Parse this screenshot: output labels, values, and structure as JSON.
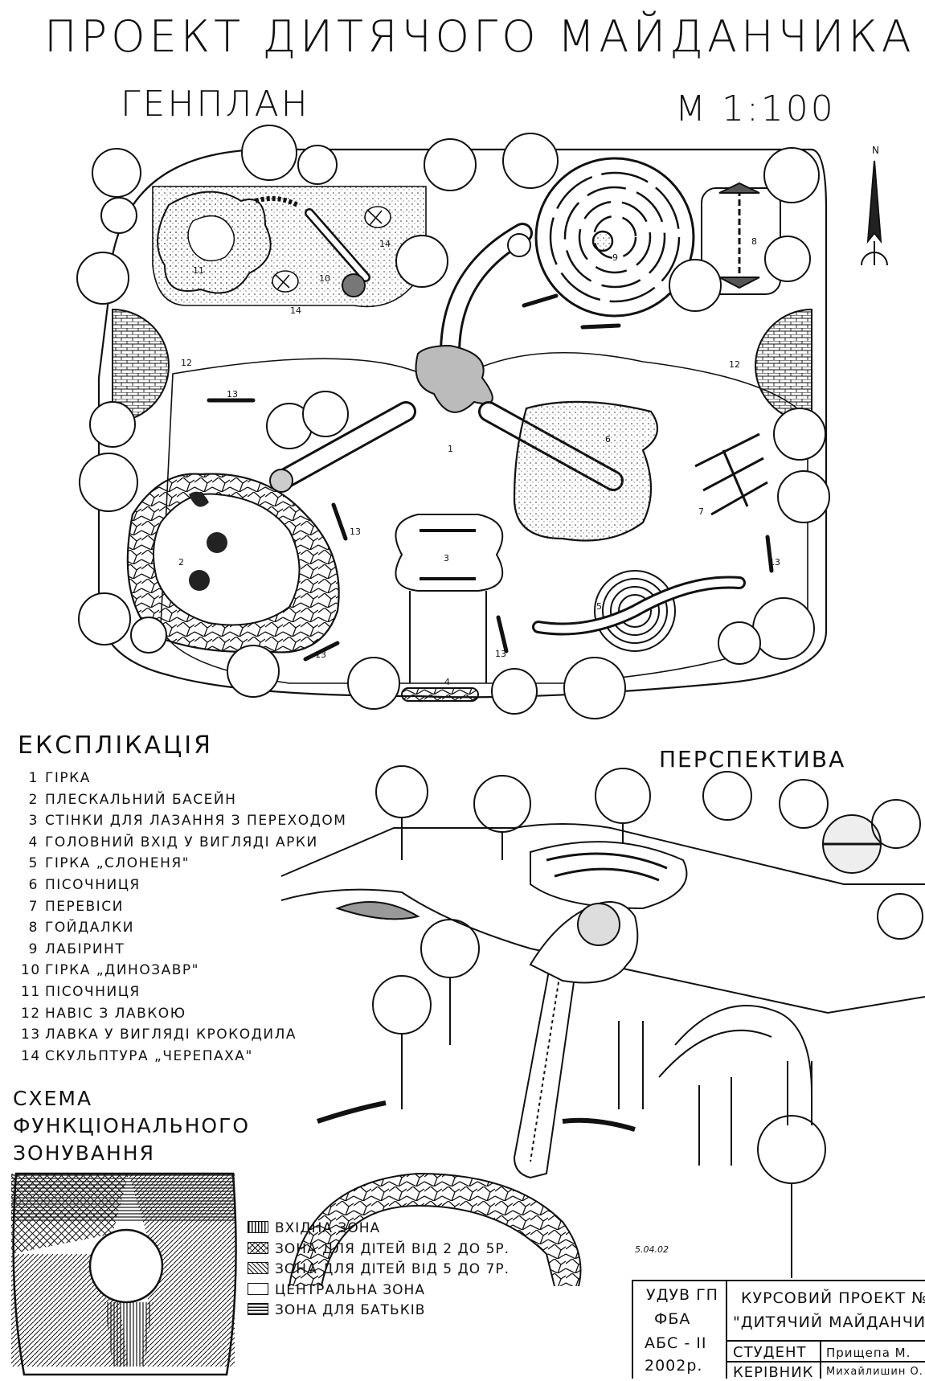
{
  "title": "ПРОЕКТ ДИТЯЧОГО МАЙДАНЧИКА",
  "plan": {
    "label": "ГЕНПЛАН",
    "scale": "М 1:100",
    "north": "N",
    "numbers": [
      "1",
      "2",
      "3",
      "4",
      "5",
      "6",
      "7",
      "8",
      "9",
      "10",
      "11",
      "12",
      "12",
      "13",
      "13",
      "13",
      "13",
      "13",
      "14",
      "14"
    ]
  },
  "explication": {
    "title": "ЕКСПЛІКАЦІЯ",
    "items": [
      {
        "n": "1",
        "text": "ГІРКА"
      },
      {
        "n": "2",
        "text": "ПЛЕСКАЛЬНИЙ БАСЕЙН"
      },
      {
        "n": "3",
        "text": "СТІНКИ ДЛЯ ЛАЗАННЯ З ПЕРЕХОДОМ"
      },
      {
        "n": "4",
        "text": "ГОЛОВНИЙ ВХІД У ВИГЛЯДІ АРКИ"
      },
      {
        "n": "5",
        "text": "ГІРКА „СЛОНЕНЯ\""
      },
      {
        "n": "6",
        "text": "ПІСОЧНИЦЯ"
      },
      {
        "n": "7",
        "text": "ПЕРЕВІСИ"
      },
      {
        "n": "8",
        "text": "ГОЙДАЛКИ"
      },
      {
        "n": "9",
        "text": "ЛАБІРИНТ"
      },
      {
        "n": "10",
        "text": "ГІРКА „ДИНОЗАВР\""
      },
      {
        "n": "11",
        "text": "ПІСОЧНИЦЯ"
      },
      {
        "n": "12",
        "text": "НАВІС З ЛАВКОЮ"
      },
      {
        "n": "13",
        "text": "ЛАВКА У ВИГЛЯДІ КРОКОДИЛА"
      },
      {
        "n": "14",
        "text": "СКУЛЬПТУРА „ЧЕРЕПАХА\""
      }
    ]
  },
  "perspective": {
    "title": "ПЕРСПЕКТИВА"
  },
  "zoning": {
    "title": "СХЕМА ФУНКЦІОНАЛЬНОГО ЗОНУВАННЯ",
    "legend": [
      {
        "text": "ВХІДНА ЗОНА",
        "pattern": "vlines"
      },
      {
        "text": "ЗОНА ДЛЯ ДІТЕЙ ВІД 2 ДО 5Р.",
        "pattern": "cross"
      },
      {
        "text": "ЗОНА ДЛЯ ДІТЕЙ ВІД 5 ДО 7Р.",
        "pattern": "diag"
      },
      {
        "text": "ЦЕНТРАЛЬНА ЗОНА",
        "pattern": "blank"
      },
      {
        "text": "ЗОНА ДЛЯ БАТЬКІВ",
        "pattern": "hlines"
      }
    ]
  },
  "title_block": {
    "org1": "УДУВ ГП",
    "org2": "ФБА",
    "group": "АБС - II",
    "year": "2002р.",
    "project": "КУРСОВИЙ ПРОЕКТ №",
    "project_name": "\"ДИТЯЧИЙ МАЙДАНЧИК\"",
    "student_label": "СТУДЕНТ",
    "student": "Прищепа М.",
    "supervisor_label": "КЕРІВНИК",
    "supervisor": "Михайлишин О.",
    "signature": "5.04.02"
  }
}
